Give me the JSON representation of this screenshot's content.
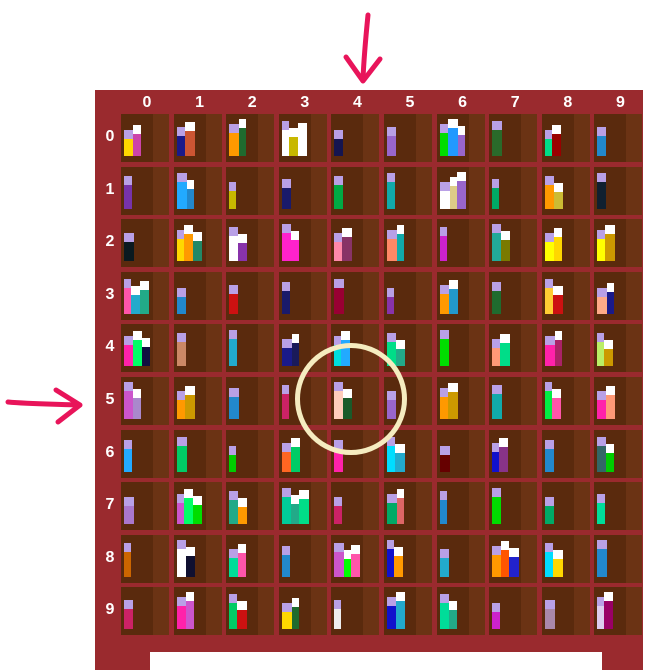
{
  "board": {
    "column_labels": [
      "0",
      "1",
      "2",
      "3",
      "4",
      "5",
      "6",
      "7",
      "8",
      "9"
    ],
    "row_labels": [
      "0",
      "1",
      "2",
      "3",
      "4",
      "5",
      "6",
      "7",
      "8",
      "9"
    ],
    "highlighted_cell": {
      "row": 5,
      "column": 4
    },
    "arrow_column": "4",
    "arrow_row": "5"
  },
  "colors": {
    "board_frame": "#9a2a2e",
    "cell_bg": "#5a2a0d",
    "book_cap": "#b9a0e6",
    "arrow": "#e8145a",
    "ring": "#f5ecc0"
  },
  "shelves": [
    [
      [
        "#ffd700",
        "#cc44aa"
      ],
      [
        "#1a1a8a",
        "#cc5533"
      ],
      [
        "#ff9900",
        "#1f6b2e"
      ],
      [
        "#ffffff",
        "#c8b800",
        "#ffffff"
      ],
      [
        "#151550"
      ],
      [
        "#9966cc"
      ],
      [
        "#00dd00",
        "#2299ff",
        "#9966cc"
      ],
      [
        "#2a6a2a"
      ],
      [
        "#00dd88",
        "#990000"
      ],
      [
        "#2288cc"
      ]
    ],
    [
      [
        "#7733aa"
      ],
      [
        "#22aaff",
        "#2288cc"
      ],
      [
        "#c8b800"
      ],
      [
        "#1a1a6a"
      ],
      [
        "#00aa44"
      ],
      [
        "#11aaaa"
      ],
      [
        "#ffffff",
        "#ddcc88",
        "#9966cc"
      ],
      [
        "#00aa66"
      ],
      [
        "#ff9900",
        "#ccbb33"
      ],
      [
        "#102030"
      ]
    ],
    [
      [
        "#0a1a20"
      ],
      [
        "#ffd700",
        "#ff9900",
        "#228866"
      ],
      [
        "#ffffff",
        "#8833aa"
      ],
      [
        "#ff22cc",
        "#ff22cc"
      ],
      [
        "#ff88aa",
        "#883366"
      ],
      [
        "#ff8866",
        "#11aaaa"
      ],
      [
        "#cc22cc"
      ],
      [
        "#22aa99",
        "#7a7a00"
      ],
      [
        "#ffff00",
        "#ffd700"
      ],
      [
        "#ffff00",
        "#cc9900"
      ]
    ],
    [
      [
        "#ff55aa",
        "#22aacc",
        "#22aa88"
      ],
      [
        "#2288cc"
      ],
      [
        "#cc1111"
      ],
      [
        "#1a1a6a"
      ],
      [
        "#990033"
      ],
      [
        "#8833aa"
      ],
      [
        "#ff9900",
        "#2299cc"
      ],
      [
        "#1f6b2e"
      ],
      [
        "#ffcc33",
        "#cc1111"
      ],
      [
        "#ffaa88",
        "#1a1a8a"
      ]
    ],
    [
      [
        "#ff22aa",
        "#00ff66",
        "#101040"
      ],
      [
        "#cc8866"
      ],
      [
        "#22aacc"
      ],
      [
        "#1a1a8a",
        "#1a1a5a"
      ],
      [
        "#00dddd",
        "#22aaff"
      ],
      [
        "#00dd88",
        "#22aa88"
      ],
      [
        "#00dd00"
      ],
      [
        "#ff9977",
        "#00dd88"
      ],
      [
        "#ff22aa",
        "#aa2266"
      ],
      [
        "#bbee66",
        "#cc9900"
      ]
    ],
    [
      [
        "#cc55cc",
        "#aa88cc"
      ],
      [
        "#ff9900",
        "#cc9900"
      ],
      [
        "#2288cc"
      ],
      [
        "#cc2266"
      ],
      [
        "#ffccbb",
        "#1a5a2a"
      ],
      [
        "#9966cc"
      ],
      [
        "#ff9900",
        "#cc9900"
      ],
      [
        "#11aaaa"
      ],
      [
        "#00ee44",
        "#ff55aa"
      ],
      [
        "#ff22aa",
        "#ff9977"
      ]
    ],
    [
      [
        "#22aaff"
      ],
      [
        "#00cc66"
      ],
      [
        "#00cc00"
      ],
      [
        "#ff6622",
        "#00cc66"
      ],
      [
        "#ff22aa"
      ],
      [
        "#00ddff",
        "#22aacc"
      ],
      [
        "#660000"
      ],
      [
        "#1111cc",
        "#883388"
      ],
      [
        "#2288cc"
      ],
      [
        "#336666",
        "#00cc00"
      ]
    ],
    [
      [
        "#aa77cc"
      ],
      [
        "#cc55cc",
        "#00ff66",
        "#00dd00"
      ],
      [
        "#22aa88",
        "#ff9900"
      ],
      [
        "#00cc99",
        "#22aa88",
        "#00dd88"
      ],
      [
        "#cc2266"
      ],
      [
        "#00aa66",
        "#dd6666"
      ],
      [
        "#2288cc"
      ],
      [
        "#00dd00"
      ],
      [
        "#00aa66"
      ],
      [
        "#00dd99"
      ]
    ],
    [
      [
        "#cc6600"
      ],
      [
        "#ffffff",
        "#101030"
      ],
      [
        "#00dd99",
        "#ff55aa"
      ],
      [
        "#2288cc"
      ],
      [
        "#cc55cc",
        "#00ff00",
        "#ff55aa"
      ],
      [
        "#1111cc",
        "#ff9900"
      ],
      [
        "#22aacc"
      ],
      [
        "#ff9900",
        "#ff5500",
        "#2222cc"
      ],
      [
        "#00ddff",
        "#ffd700"
      ],
      [
        "#2288cc"
      ]
    ],
    [
      [
        "#cc2266"
      ],
      [
        "#ff22aa",
        "#cc55cc"
      ],
      [
        "#00cc66",
        "#cc1111"
      ],
      [
        "#ffd700",
        "#1f6b2e"
      ],
      [
        "#eeeeee"
      ],
      [
        "#1111cc",
        "#22aacc"
      ],
      [
        "#00dd99",
        "#22aa88"
      ],
      [
        "#cc22cc"
      ],
      [
        "#aa88aa"
      ],
      [
        "#ddccee",
        "#990066"
      ]
    ]
  ]
}
